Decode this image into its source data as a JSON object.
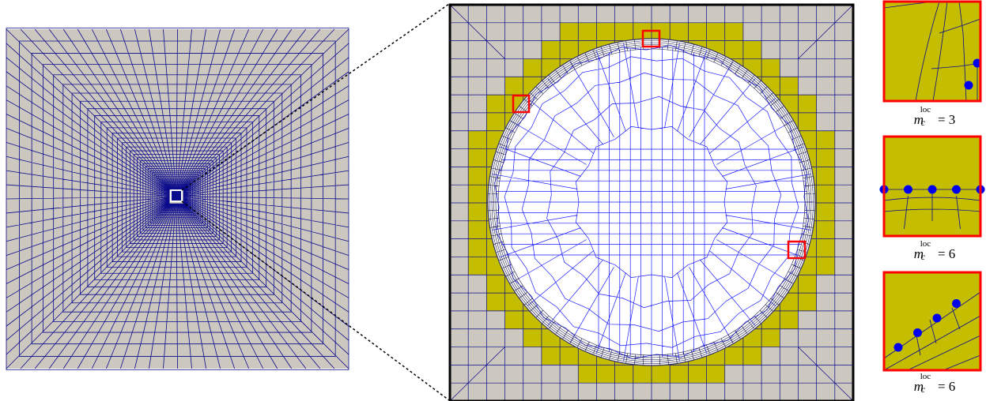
{
  "colors": {
    "background": "#ffffff",
    "mesh_fill": "#cdc8bf",
    "mesh_line": "#0a0a8c",
    "cut_cell": "#c4bd00",
    "highlight": "#ff0000",
    "point": "#0000ee",
    "frame": "#000000",
    "inner_box": "#ffffff",
    "circle_inside": "#ffffff",
    "circle_lines": "#1a1aff"
  },
  "panels": {
    "overview": {
      "name": "overview-mesh"
    },
    "zoom": {
      "name": "zoomed-mesh"
    },
    "insets": [
      {
        "name": "inset-top",
        "label_var": "m",
        "label_sub": "c",
        "label_sup": "loc",
        "label_value": "= 3"
      },
      {
        "name": "inset-middle",
        "label_var": "m",
        "label_sub": "c",
        "label_sup": "loc",
        "label_value": "= 6"
      },
      {
        "name": "inset-bottom",
        "label_var": "m",
        "label_sub": "c",
        "label_sup": "loc",
        "label_value": "= 6"
      }
    ]
  }
}
